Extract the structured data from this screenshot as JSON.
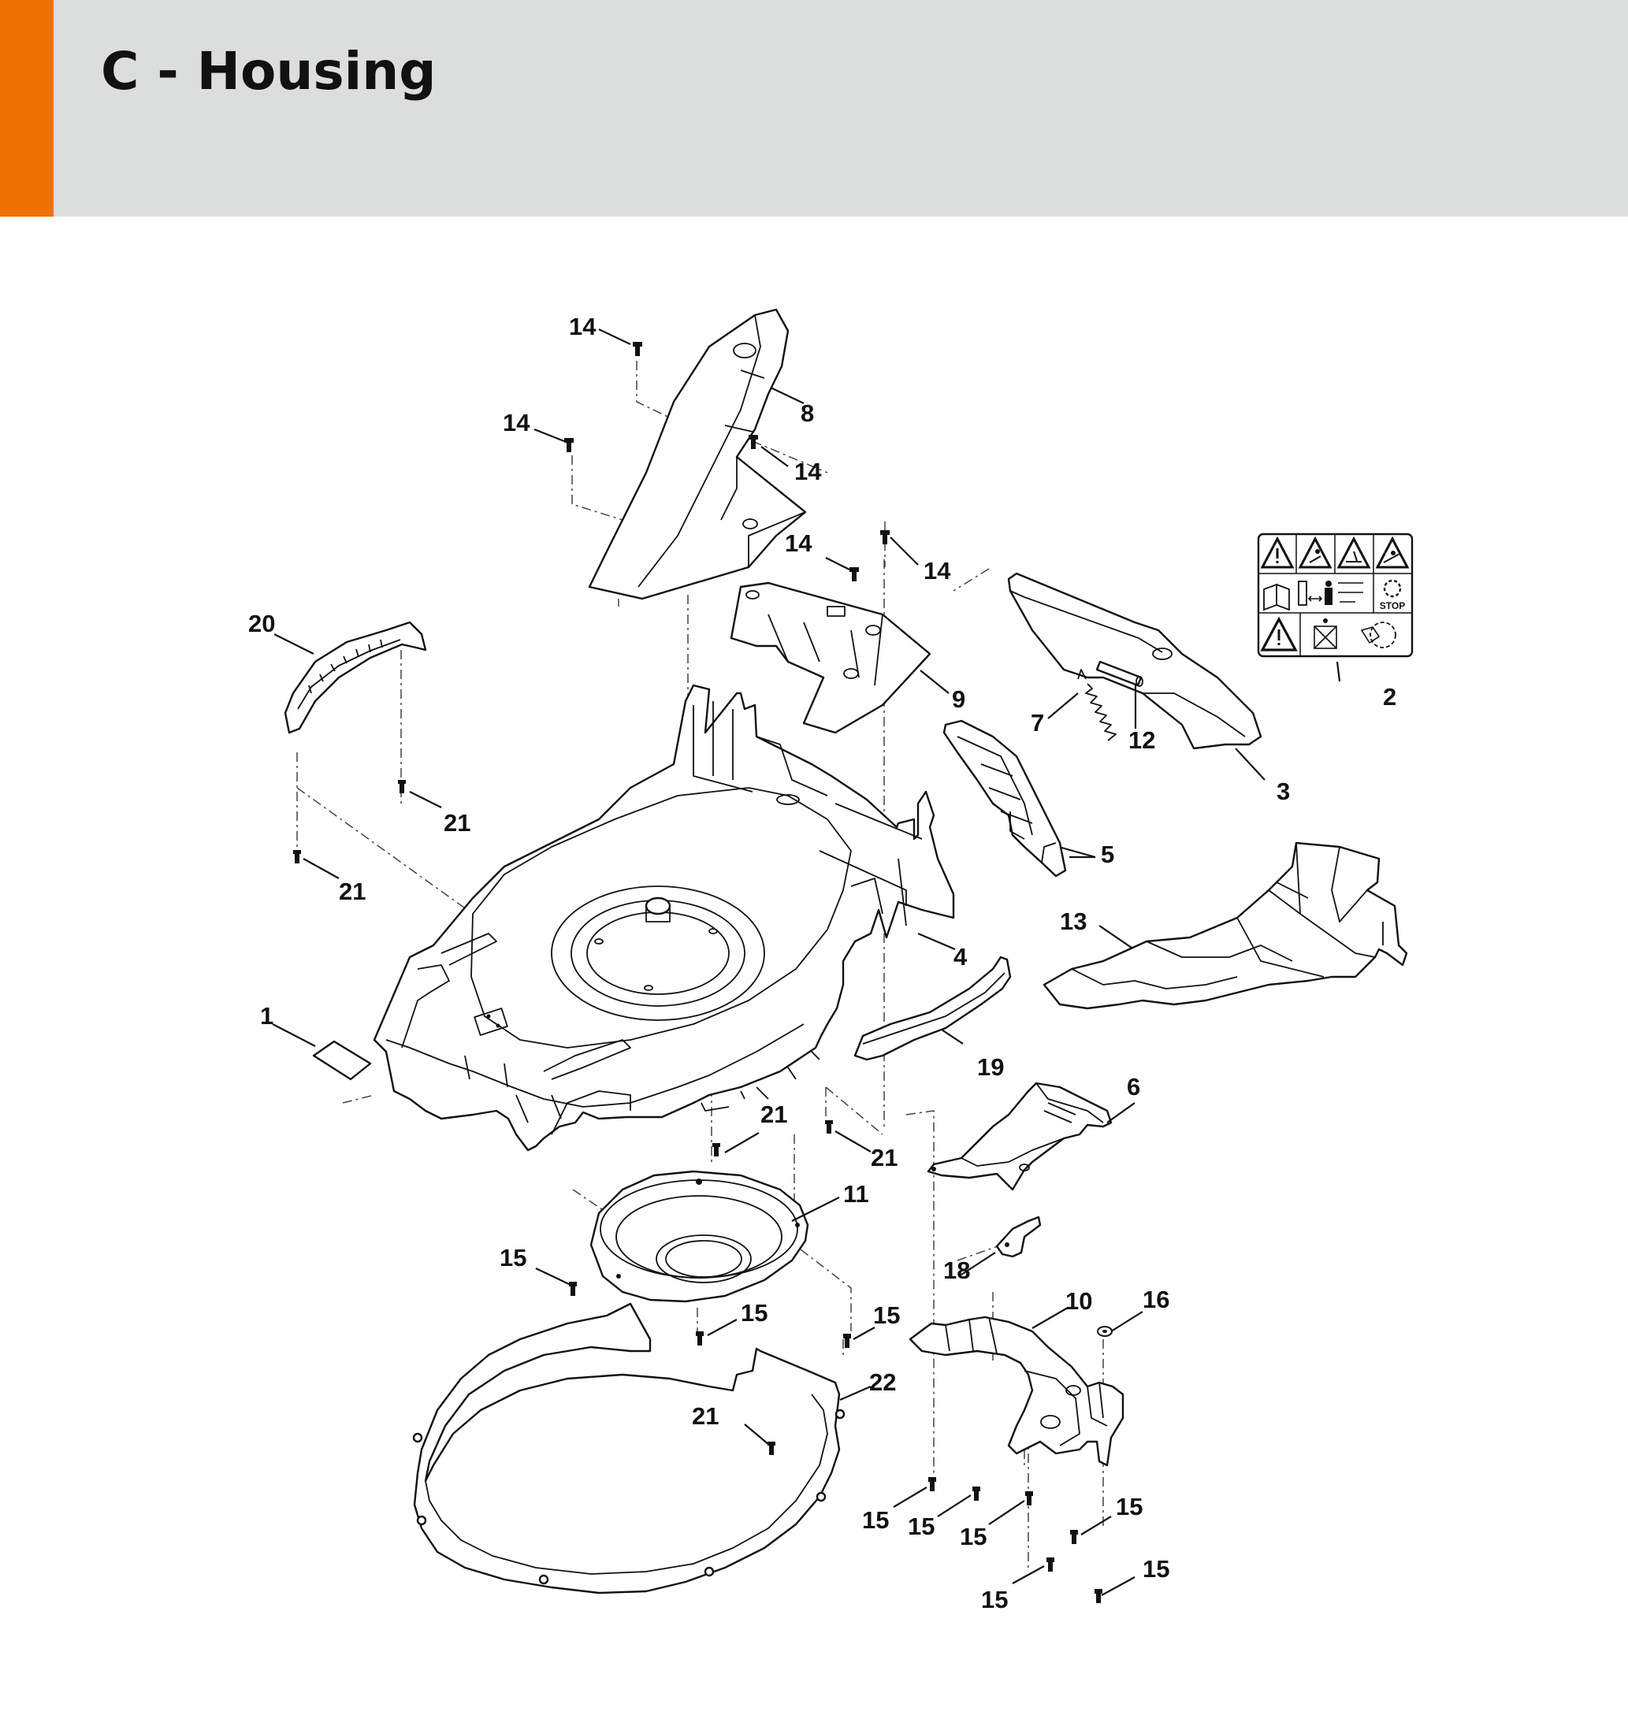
{
  "header": {
    "title": "C - Housing",
    "accent_color": "#ee7203",
    "background_color": "#dcdddd"
  },
  "callouts": [
    {
      "id": "c1",
      "label": "1"
    },
    {
      "id": "c2",
      "label": "2"
    },
    {
      "id": "c3",
      "label": "3"
    },
    {
      "id": "c4",
      "label": "4"
    },
    {
      "id": "c5",
      "label": "5"
    },
    {
      "id": "c6",
      "label": "6"
    },
    {
      "id": "c7",
      "label": "7"
    },
    {
      "id": "c8",
      "label": "8"
    },
    {
      "id": "c9",
      "label": "9"
    },
    {
      "id": "c10",
      "label": "10"
    },
    {
      "id": "c11",
      "label": "11"
    },
    {
      "id": "c12",
      "label": "12"
    },
    {
      "id": "c13",
      "label": "13"
    },
    {
      "id": "c14a",
      "label": "14"
    },
    {
      "id": "c14b",
      "label": "14"
    },
    {
      "id": "c14c",
      "label": "14"
    },
    {
      "id": "c14d",
      "label": "14"
    },
    {
      "id": "c14e",
      "label": "14"
    },
    {
      "id": "c15a",
      "label": "15"
    },
    {
      "id": "c15b",
      "label": "15"
    },
    {
      "id": "c15c",
      "label": "15"
    },
    {
      "id": "c15d",
      "label": "15"
    },
    {
      "id": "c15e",
      "label": "15"
    },
    {
      "id": "c15f",
      "label": "15"
    },
    {
      "id": "c15g",
      "label": "15"
    },
    {
      "id": "c15h",
      "label": "15"
    },
    {
      "id": "c15i",
      "label": "15"
    },
    {
      "id": "c16",
      "label": "16"
    },
    {
      "id": "c18",
      "label": "18"
    },
    {
      "id": "c19",
      "label": "19"
    },
    {
      "id": "c20",
      "label": "20"
    },
    {
      "id": "c21a",
      "label": "21"
    },
    {
      "id": "c21b",
      "label": "21"
    },
    {
      "id": "c21c",
      "label": "21"
    },
    {
      "id": "c21d",
      "label": "21"
    },
    {
      "id": "c21e",
      "label": "21"
    },
    {
      "id": "c22",
      "label": "22"
    }
  ],
  "warning_label": {
    "stop_text": "STOP",
    "icons": [
      "warning-icon",
      "thrown-objects-icon",
      "blade-hazard-icon",
      "slope-hazard-icon",
      "read-manual-icon",
      "keep-distance-icon",
      "blade-stop-icon",
      "warning-icon",
      "bystander-icon",
      "hand-hazard-icon"
    ]
  }
}
